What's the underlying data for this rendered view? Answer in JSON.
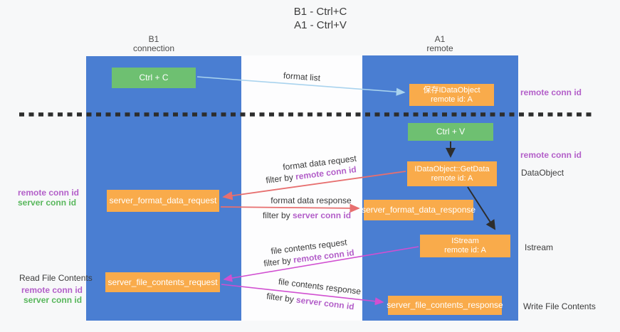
{
  "title": {
    "line1": "B1 - Ctrl+C",
    "line2": "A1 - Ctrl+V"
  },
  "lanes": {
    "left": {
      "name": "B1",
      "role": "connection"
    },
    "right": {
      "name": "A1",
      "role": "remote"
    }
  },
  "nodes": {
    "ctrl_c": "Ctrl + C",
    "ctrl_v": "Ctrl + V",
    "save_dataobject": {
      "line1": "保存IDataObject",
      "line2": "remote id: A"
    },
    "getdata": {
      "line1": "IDataObject::GetData",
      "line2": "remote id: A"
    },
    "istream": {
      "line1": "IStream",
      "line2": "remote id: A"
    },
    "server_format_data_request": "server_format_data_request",
    "server_format_data_response": "server_format_data_response",
    "server_file_contents_request": "server_file_contents_request",
    "server_file_contents_response": "server_file_contents_response"
  },
  "labels": {
    "format_list": "format list",
    "format_data_request": "format data request",
    "format_data_response": "format data response",
    "file_contents_request": "file contents request",
    "file_contents_response": "file contents response",
    "filter_by": "filter by",
    "remote_conn_id": "remote conn id",
    "server_conn_id": "server conn id",
    "read_file_contents": "Read File Contents",
    "write_file_contents": "Write File Contents",
    "dataobject": "DataObject",
    "istream": "Istream"
  },
  "colors": {
    "lane_blue": "#4a7ed2",
    "box_green": "#6ec071",
    "box_orange": "#f9ab4b",
    "conn_id_purple": "#b35fc9",
    "conn_id_green": "#58b75c",
    "arrow_red": "#e76f6f",
    "arrow_magenta": "#d14fd1",
    "arrow_blue": "#a9d3ee",
    "arrow_black": "#2d2d2d"
  }
}
